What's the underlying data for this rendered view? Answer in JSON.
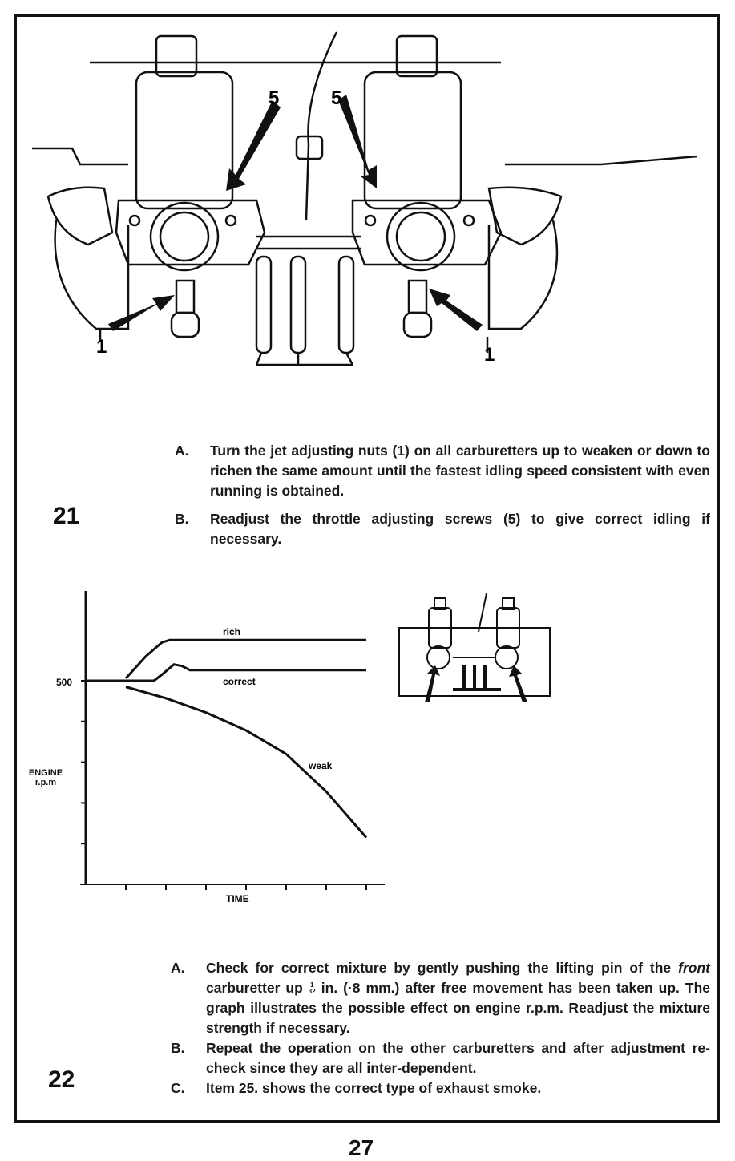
{
  "figure21": {
    "number": "21",
    "callouts": [
      "5",
      "5",
      "1",
      "1"
    ],
    "steps": [
      {
        "label": "A.",
        "text": "Turn the jet adjusting nuts (1) on all carburetters up to weaken or down to richen the same amount until the fastest idling speed consistent with even running is obtained."
      },
      {
        "label": "B.",
        "text": "Readjust the throttle adjusting screws (5) to give correct idling if necessary."
      }
    ]
  },
  "figure22": {
    "number": "22",
    "steps": [
      {
        "label": "A.",
        "text_before": "Check for correct mixture by gently pushing the lifting pin of the ",
        "text_italic": "front",
        "text_after": " carburetter up ",
        "fraction_num": "1",
        "fraction_den": "32",
        "text_end": " in. (·8 mm.) after free movement has been taken up. The graph illustrates the possible effect on engine r.p.m. Readjust the mixture strength if necessary."
      },
      {
        "label": "B.",
        "text": "Repeat the operation on the other carburetters and after adjustment re-check since they are all inter-dependent."
      },
      {
        "label": "C.",
        "text": "Item  25. shows the correct type of exhaust smoke."
      }
    ]
  },
  "page_number": "27",
  "chart_data": {
    "type": "line",
    "title": "",
    "xlabel": "TIME",
    "ylabel": "ENGINE r.p.m",
    "ytick_labels": [
      {
        "value": 500,
        "label": "500"
      }
    ],
    "xlim": [
      0,
      8
    ],
    "ylim": [
      0,
      740
    ],
    "xticks": [
      1,
      2,
      3,
      4,
      5,
      6,
      7,
      8
    ],
    "yticks": [
      100,
      200,
      300,
      400,
      500
    ],
    "grid": false,
    "series": [
      {
        "name": "rich",
        "points": [
          [
            1,
            506
          ],
          [
            1.5,
            560
          ],
          [
            1.9,
            594
          ],
          [
            2.1,
            600
          ],
          [
            7,
            600
          ]
        ]
      },
      {
        "name": "correct",
        "points": [
          [
            0,
            500
          ],
          [
            1.7,
            500
          ],
          [
            1.9,
            515
          ],
          [
            2.2,
            540
          ],
          [
            2.4,
            536
          ],
          [
            2.6,
            526
          ],
          [
            7,
            526
          ]
        ]
      },
      {
        "name": "weak",
        "points": [
          [
            1,
            485
          ],
          [
            2,
            457
          ],
          [
            3,
            422
          ],
          [
            4,
            378
          ],
          [
            5,
            320
          ],
          [
            6,
            228
          ],
          [
            7,
            115
          ]
        ]
      }
    ]
  }
}
